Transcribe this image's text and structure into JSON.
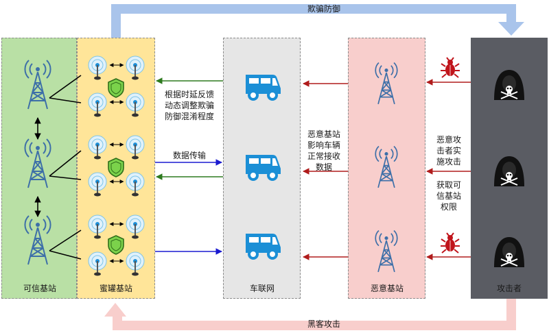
{
  "colors": {
    "trusted_bg": "#b9e0a5",
    "honeypot_bg": "#ffe599",
    "iov_bg": "#e6e6e6",
    "malicious_bg": "#f8cecc",
    "attacker_bg": "#5a5c63",
    "deception_arrow": "#a9c4eb",
    "hacker_arrow": "#f8cecc",
    "green_line": "#2d7a1e",
    "blue_line": "#1a1ad0",
    "red_line": "#b01c1c",
    "vehicle_blue": "#1b8fd6"
  },
  "panels": {
    "trusted": "可信基站",
    "honeypot": "蜜罐基站",
    "iov": "车联网",
    "malicious": "恶意基站",
    "attacker": "攻击者"
  },
  "top_arrow_label": "欺骗防御",
  "bottom_arrow_label": "黑客攻击",
  "labels": {
    "feedback": [
      "根据时延反馈",
      "动态调整欺骗",
      "防御混淆程度"
    ],
    "data_transfer": "数据传输",
    "malicious_effect": [
      "恶意基站",
      "影响车辆",
      "正常接收",
      "数据"
    ],
    "attack_impl": [
      "恶意攻",
      "击者实",
      "施攻击"
    ],
    "gain_access": [
      "获取可",
      "信基站",
      "权限"
    ]
  },
  "icons": [
    "cell-tower-icon",
    "antenna-icon",
    "shield-icon",
    "bus-icon",
    "bug-icon",
    "hacker-icon"
  ]
}
